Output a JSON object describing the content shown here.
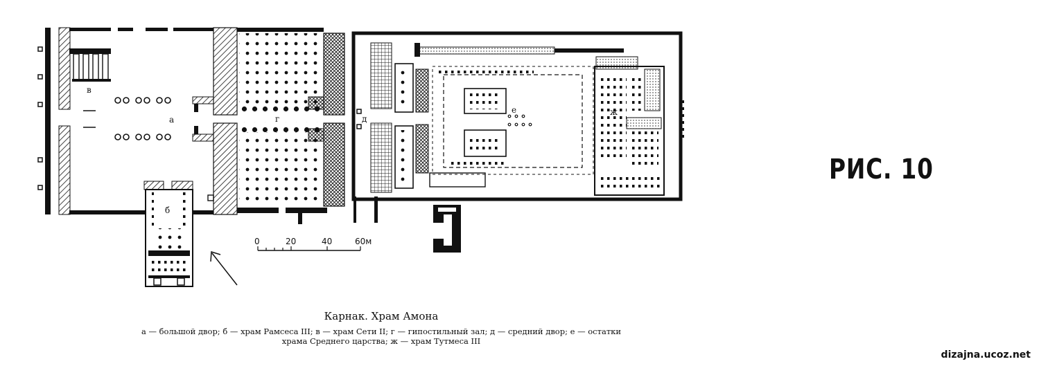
{
  "diagram": {
    "labels": {
      "a": "а",
      "b": "б",
      "v": "в",
      "g": "г",
      "d": "д",
      "e": "е",
      "zh": "ж"
    },
    "scale": {
      "ticks": [
        "0",
        "20",
        "40",
        "60м"
      ]
    }
  },
  "caption": "Карнак. Храм Амона",
  "legend": {
    "line1": "а — большой двор; б — храм Рамсеса III; в — храм Сети II; г — гипостильный зал; д — средний двор; е — остатки",
    "line2": "храма Среднего царства; ж — храм Тутмеса III"
  },
  "figure_label": "РИС. 10",
  "watermark": "dizajna.ucoz.net"
}
